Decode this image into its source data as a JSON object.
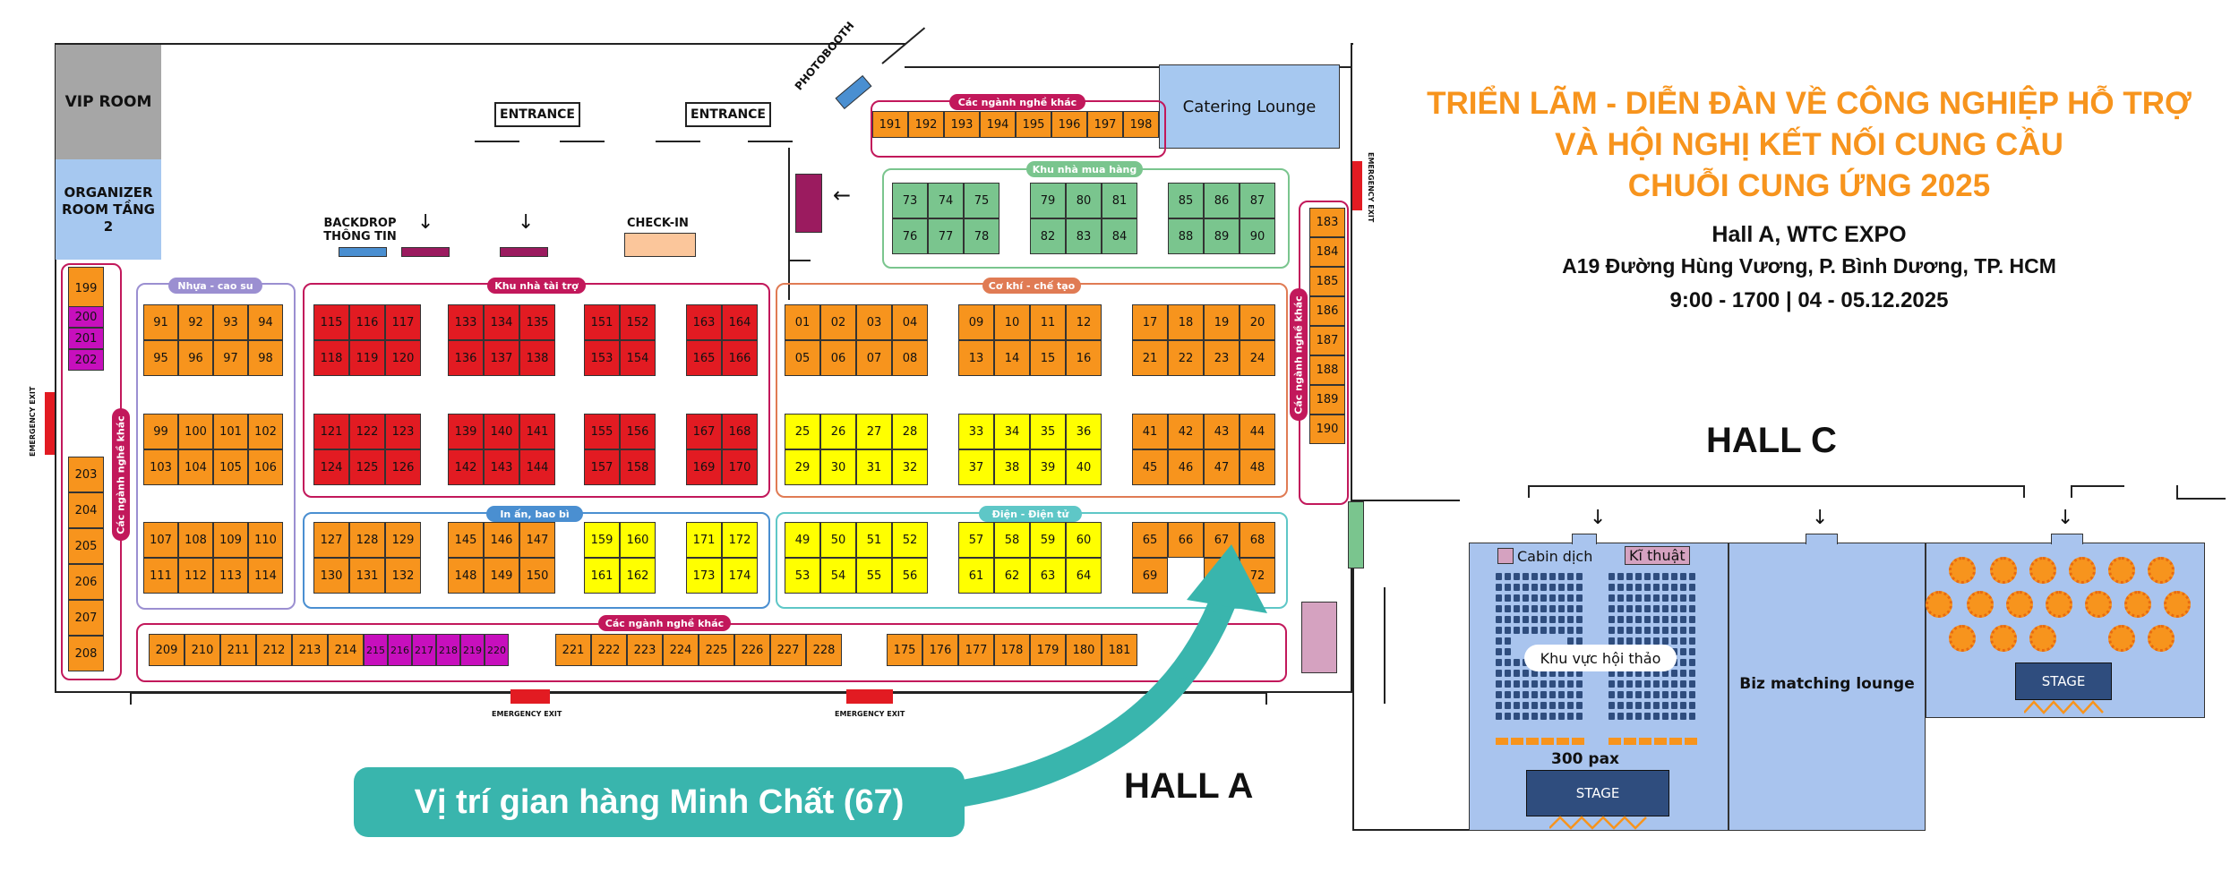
{
  "colors": {
    "orange": "#f7941d",
    "red": "#e21b22",
    "yellow": "#ffff00",
    "green": "#7ac58e",
    "magenta": "#c70fbd",
    "teal": "#39b5ad",
    "title": "#f7941d",
    "hall_c_blue": "#a9c4ee",
    "room_gray": "#a6a6a6",
    "room_blue": "#a6c8f0"
  },
  "title": {
    "line1": "TRIỂN LÃM - DIỄN ĐÀN VỀ CÔNG NGHIỆP HỖ TRỢ",
    "line2": "VÀ HỘI NGHỊ KẾT NỐI CUNG CẦU",
    "line3": "CHUỖI CUNG ỨNG 2025",
    "venue": "Hall A, WTC EXPO",
    "address": "A19 Đường Hùng Vương, P. Bình Dương, TP. HCM",
    "time": "9:00 - 1700 | 04 - 05.12.2025"
  },
  "hall_a": {
    "label": "HALL A",
    "rooms": {
      "vip": "VIP ROOM",
      "organizer": "ORGANIZER ROOM TẦNG 2",
      "catering": "Catering Lounge"
    },
    "entrance_1": "ENTRANCE",
    "entrance_2": "ENTRANCE",
    "photobooth": "PHOTOBOOTH",
    "backdrop": "BACKDROP THÔNG TIN",
    "checkin": "CHECK-IN",
    "emergency_exit": "EMERGENCY EXIT",
    "zones": {
      "nhua": "Nhựa - cao su",
      "tai_tro": "Khu nhà tài trợ",
      "co_khi": "Cơ khí - chế tạo",
      "mua_hang": "Khu nhà mua hàng",
      "in_an": "In ấn, bao bì",
      "dien": "Điện - Điện tử",
      "khac_top": "Các ngành nghề khác",
      "khac_bottom": "Các ngành nghề khác",
      "khac_left": "Các ngành nghề khác",
      "khac_right": "Các ngành nghề khác"
    },
    "callout": "Vị trí gian hàng Minh Chất (67)"
  },
  "hall_c": {
    "label": "HALL C",
    "cabin": "Cabin dịch",
    "ki_thuat": "Kĩ thuật",
    "hoi_thao": "Khu vực hội thảo",
    "pax": "300 pax",
    "stage_1": "STAGE",
    "biz": "Biz matching lounge",
    "stage_2": "STAGE"
  },
  "booths": [
    {
      "n": "191",
      "c": "orange"
    },
    {
      "n": "192",
      "c": "orange"
    },
    {
      "n": "193",
      "c": "orange"
    },
    {
      "n": "194",
      "c": "orange"
    },
    {
      "n": "195",
      "c": "orange"
    },
    {
      "n": "196",
      "c": "orange"
    },
    {
      "n": "197",
      "c": "orange"
    },
    {
      "n": "198",
      "c": "orange"
    },
    {
      "n": "73",
      "c": "green"
    },
    {
      "n": "74",
      "c": "green"
    },
    {
      "n": "75",
      "c": "green"
    },
    {
      "n": "76",
      "c": "green"
    },
    {
      "n": "77",
      "c": "green"
    },
    {
      "n": "78",
      "c": "green"
    },
    {
      "n": "79",
      "c": "green"
    },
    {
      "n": "80",
      "c": "green"
    },
    {
      "n": "81",
      "c": "green"
    },
    {
      "n": "82",
      "c": "green"
    },
    {
      "n": "83",
      "c": "green"
    },
    {
      "n": "84",
      "c": "green"
    },
    {
      "n": "85",
      "c": "green"
    },
    {
      "n": "86",
      "c": "green"
    },
    {
      "n": "87",
      "c": "green"
    },
    {
      "n": "88",
      "c": "green"
    },
    {
      "n": "89",
      "c": "green"
    },
    {
      "n": "90",
      "c": "green"
    },
    {
      "n": "183",
      "c": "orange"
    },
    {
      "n": "184",
      "c": "orange"
    },
    {
      "n": "185",
      "c": "orange"
    },
    {
      "n": "186",
      "c": "orange"
    },
    {
      "n": "187",
      "c": "orange"
    },
    {
      "n": "188",
      "c": "orange"
    },
    {
      "n": "189",
      "c": "orange"
    },
    {
      "n": "190",
      "c": "orange"
    },
    {
      "n": "199",
      "c": "orange"
    },
    {
      "n": "200",
      "c": "magenta"
    },
    {
      "n": "201",
      "c": "magenta"
    },
    {
      "n": "202",
      "c": "magenta"
    },
    {
      "n": "203",
      "c": "orange"
    },
    {
      "n": "204",
      "c": "orange"
    },
    {
      "n": "205",
      "c": "orange"
    },
    {
      "n": "206",
      "c": "orange"
    },
    {
      "n": "207",
      "c": "orange"
    },
    {
      "n": "208",
      "c": "orange"
    },
    {
      "n": "91",
      "c": "orange"
    },
    {
      "n": "92",
      "c": "orange"
    },
    {
      "n": "93",
      "c": "orange"
    },
    {
      "n": "94",
      "c": "orange"
    },
    {
      "n": "95",
      "c": "orange"
    },
    {
      "n": "96",
      "c": "orange"
    },
    {
      "n": "97",
      "c": "orange"
    },
    {
      "n": "98",
      "c": "orange"
    },
    {
      "n": "99",
      "c": "orange"
    },
    {
      "n": "100",
      "c": "orange"
    },
    {
      "n": "101",
      "c": "orange"
    },
    {
      "n": "102",
      "c": "orange"
    },
    {
      "n": "103",
      "c": "orange"
    },
    {
      "n": "104",
      "c": "orange"
    },
    {
      "n": "105",
      "c": "orange"
    },
    {
      "n": "106",
      "c": "orange"
    },
    {
      "n": "107",
      "c": "orange"
    },
    {
      "n": "108",
      "c": "orange"
    },
    {
      "n": "109",
      "c": "orange"
    },
    {
      "n": "110",
      "c": "orange"
    },
    {
      "n": "111",
      "c": "orange"
    },
    {
      "n": "112",
      "c": "orange"
    },
    {
      "n": "113",
      "c": "orange"
    },
    {
      "n": "114",
      "c": "orange"
    },
    {
      "n": "115",
      "c": "red"
    },
    {
      "n": "116",
      "c": "red"
    },
    {
      "n": "117",
      "c": "red"
    },
    {
      "n": "118",
      "c": "red"
    },
    {
      "n": "119",
      "c": "red"
    },
    {
      "n": "120",
      "c": "red"
    },
    {
      "n": "133",
      "c": "red"
    },
    {
      "n": "134",
      "c": "red"
    },
    {
      "n": "135",
      "c": "red"
    },
    {
      "n": "136",
      "c": "red"
    },
    {
      "n": "137",
      "c": "red"
    },
    {
      "n": "138",
      "c": "red"
    },
    {
      "n": "151",
      "c": "red"
    },
    {
      "n": "152",
      "c": "red"
    },
    {
      "n": "153",
      "c": "red"
    },
    {
      "n": "154",
      "c": "red"
    },
    {
      "n": "163",
      "c": "red"
    },
    {
      "n": "164",
      "c": "red"
    },
    {
      "n": "165",
      "c": "red"
    },
    {
      "n": "166",
      "c": "red"
    },
    {
      "n": "121",
      "c": "red"
    },
    {
      "n": "122",
      "c": "red"
    },
    {
      "n": "123",
      "c": "red"
    },
    {
      "n": "124",
      "c": "red"
    },
    {
      "n": "125",
      "c": "red"
    },
    {
      "n": "126",
      "c": "red"
    },
    {
      "n": "139",
      "c": "red"
    },
    {
      "n": "140",
      "c": "red"
    },
    {
      "n": "141",
      "c": "red"
    },
    {
      "n": "142",
      "c": "red"
    },
    {
      "n": "143",
      "c": "red"
    },
    {
      "n": "144",
      "c": "red"
    },
    {
      "n": "155",
      "c": "red"
    },
    {
      "n": "156",
      "c": "red"
    },
    {
      "n": "157",
      "c": "red"
    },
    {
      "n": "158",
      "c": "red"
    },
    {
      "n": "167",
      "c": "red"
    },
    {
      "n": "168",
      "c": "red"
    },
    {
      "n": "169",
      "c": "red"
    },
    {
      "n": "170",
      "c": "red"
    },
    {
      "n": "127",
      "c": "orange"
    },
    {
      "n": "128",
      "c": "orange"
    },
    {
      "n": "129",
      "c": "orange"
    },
    {
      "n": "130",
      "c": "orange"
    },
    {
      "n": "131",
      "c": "orange"
    },
    {
      "n": "132",
      "c": "orange"
    },
    {
      "n": "145",
      "c": "orange"
    },
    {
      "n": "146",
      "c": "orange"
    },
    {
      "n": "147",
      "c": "orange"
    },
    {
      "n": "148",
      "c": "orange"
    },
    {
      "n": "149",
      "c": "orange"
    },
    {
      "n": "150",
      "c": "orange"
    },
    {
      "n": "159",
      "c": "yellow"
    },
    {
      "n": "160",
      "c": "yellow"
    },
    {
      "n": "161",
      "c": "yellow"
    },
    {
      "n": "162",
      "c": "yellow"
    },
    {
      "n": "171",
      "c": "yellow"
    },
    {
      "n": "172",
      "c": "yellow"
    },
    {
      "n": "173",
      "c": "yellow"
    },
    {
      "n": "174",
      "c": "yellow"
    },
    {
      "n": "01",
      "c": "orange"
    },
    {
      "n": "02",
      "c": "orange"
    },
    {
      "n": "03",
      "c": "orange"
    },
    {
      "n": "04",
      "c": "orange"
    },
    {
      "n": "05",
      "c": "orange"
    },
    {
      "n": "06",
      "c": "orange"
    },
    {
      "n": "07",
      "c": "orange"
    },
    {
      "n": "08",
      "c": "orange"
    },
    {
      "n": "09",
      "c": "orange"
    },
    {
      "n": "10",
      "c": "orange"
    },
    {
      "n": "11",
      "c": "orange"
    },
    {
      "n": "12",
      "c": "orange"
    },
    {
      "n": "13",
      "c": "orange"
    },
    {
      "n": "14",
      "c": "orange"
    },
    {
      "n": "15",
      "c": "orange"
    },
    {
      "n": "16",
      "c": "orange"
    },
    {
      "n": "17",
      "c": "orange"
    },
    {
      "n": "18",
      "c": "orange"
    },
    {
      "n": "19",
      "c": "orange"
    },
    {
      "n": "20",
      "c": "orange"
    },
    {
      "n": "21",
      "c": "orange"
    },
    {
      "n": "22",
      "c": "orange"
    },
    {
      "n": "23",
      "c": "orange"
    },
    {
      "n": "24",
      "c": "orange"
    },
    {
      "n": "25",
      "c": "yellow"
    },
    {
      "n": "26",
      "c": "yellow"
    },
    {
      "n": "27",
      "c": "yellow"
    },
    {
      "n": "28",
      "c": "yellow"
    },
    {
      "n": "29",
      "c": "yellow"
    },
    {
      "n": "30",
      "c": "yellow"
    },
    {
      "n": "31",
      "c": "yellow"
    },
    {
      "n": "32",
      "c": "yellow"
    },
    {
      "n": "33",
      "c": "yellow"
    },
    {
      "n": "34",
      "c": "yellow"
    },
    {
      "n": "35",
      "c": "yellow"
    },
    {
      "n": "36",
      "c": "yellow"
    },
    {
      "n": "37",
      "c": "yellow"
    },
    {
      "n": "38",
      "c": "yellow"
    },
    {
      "n": "39",
      "c": "yellow"
    },
    {
      "n": "40",
      "c": "yellow"
    },
    {
      "n": "41",
      "c": "orange"
    },
    {
      "n": "42",
      "c": "orange"
    },
    {
      "n": "43",
      "c": "orange"
    },
    {
      "n": "44",
      "c": "orange"
    },
    {
      "n": "45",
      "c": "orange"
    },
    {
      "n": "46",
      "c": "orange"
    },
    {
      "n": "47",
      "c": "orange"
    },
    {
      "n": "48",
      "c": "orange"
    },
    {
      "n": "49",
      "c": "yellow"
    },
    {
      "n": "50",
      "c": "yellow"
    },
    {
      "n": "51",
      "c": "yellow"
    },
    {
      "n": "52",
      "c": "yellow"
    },
    {
      "n": "53",
      "c": "yellow"
    },
    {
      "n": "54",
      "c": "yellow"
    },
    {
      "n": "55",
      "c": "yellow"
    },
    {
      "n": "56",
      "c": "yellow"
    },
    {
      "n": "57",
      "c": "yellow"
    },
    {
      "n": "58",
      "c": "yellow"
    },
    {
      "n": "59",
      "c": "yellow"
    },
    {
      "n": "60",
      "c": "yellow"
    },
    {
      "n": "61",
      "c": "yellow"
    },
    {
      "n": "62",
      "c": "yellow"
    },
    {
      "n": "63",
      "c": "yellow"
    },
    {
      "n": "64",
      "c": "yellow"
    },
    {
      "n": "65",
      "c": "orange"
    },
    {
      "n": "66",
      "c": "orange"
    },
    {
      "n": "67",
      "c": "orange"
    },
    {
      "n": "68",
      "c": "orange"
    },
    {
      "n": "69",
      "c": "orange"
    },
    {
      "n": "71",
      "c": "orange"
    },
    {
      "n": "72",
      "c": "orange"
    },
    {
      "n": "209",
      "c": "orange"
    },
    {
      "n": "210",
      "c": "orange"
    },
    {
      "n": "211",
      "c": "orange"
    },
    {
      "n": "212",
      "c": "orange"
    },
    {
      "n": "213",
      "c": "orange"
    },
    {
      "n": "214",
      "c": "orange"
    },
    {
      "n": "215",
      "c": "magenta"
    },
    {
      "n": "216",
      "c": "magenta"
    },
    {
      "n": "217",
      "c": "magenta"
    },
    {
      "n": "218",
      "c": "magenta"
    },
    {
      "n": "219",
      "c": "magenta"
    },
    {
      "n": "220",
      "c": "magenta"
    },
    {
      "n": "221",
      "c": "orange"
    },
    {
      "n": "222",
      "c": "orange"
    },
    {
      "n": "223",
      "c": "orange"
    },
    {
      "n": "224",
      "c": "orange"
    },
    {
      "n": "225",
      "c": "orange"
    },
    {
      "n": "226",
      "c": "orange"
    },
    {
      "n": "227",
      "c": "orange"
    },
    {
      "n": "228",
      "c": "orange"
    },
    {
      "n": "175",
      "c": "orange"
    },
    {
      "n": "176",
      "c": "orange"
    },
    {
      "n": "177",
      "c": "orange"
    },
    {
      "n": "178",
      "c": "orange"
    },
    {
      "n": "179",
      "c": "orange"
    },
    {
      "n": "180",
      "c": "orange"
    },
    {
      "n": "181",
      "c": "orange"
    }
  ]
}
